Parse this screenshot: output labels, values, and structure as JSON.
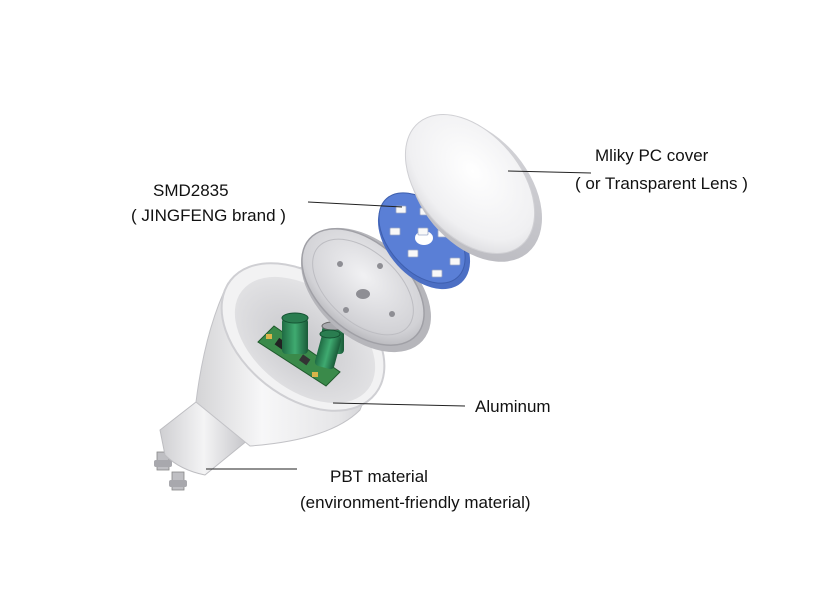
{
  "labels": {
    "cover_line1": "Mliky PC cover",
    "cover_line2": "( or Transparent Lens )",
    "smd_line1": "SMD2835",
    "smd_line2": "( JINGFENG brand )",
    "aluminum": "Aluminum",
    "pbt_line1": "PBT material",
    "pbt_line2": "(environment-friendly material)"
  },
  "colors": {
    "text": "#111111",
    "leader": "#222222",
    "pcb_blue": "#5a7fd6",
    "capacitor_green": "#2e8a57",
    "board_green": "#3a8a4a",
    "housing_white": "#eeeeee",
    "metal_grey": "#c8c8cc"
  }
}
